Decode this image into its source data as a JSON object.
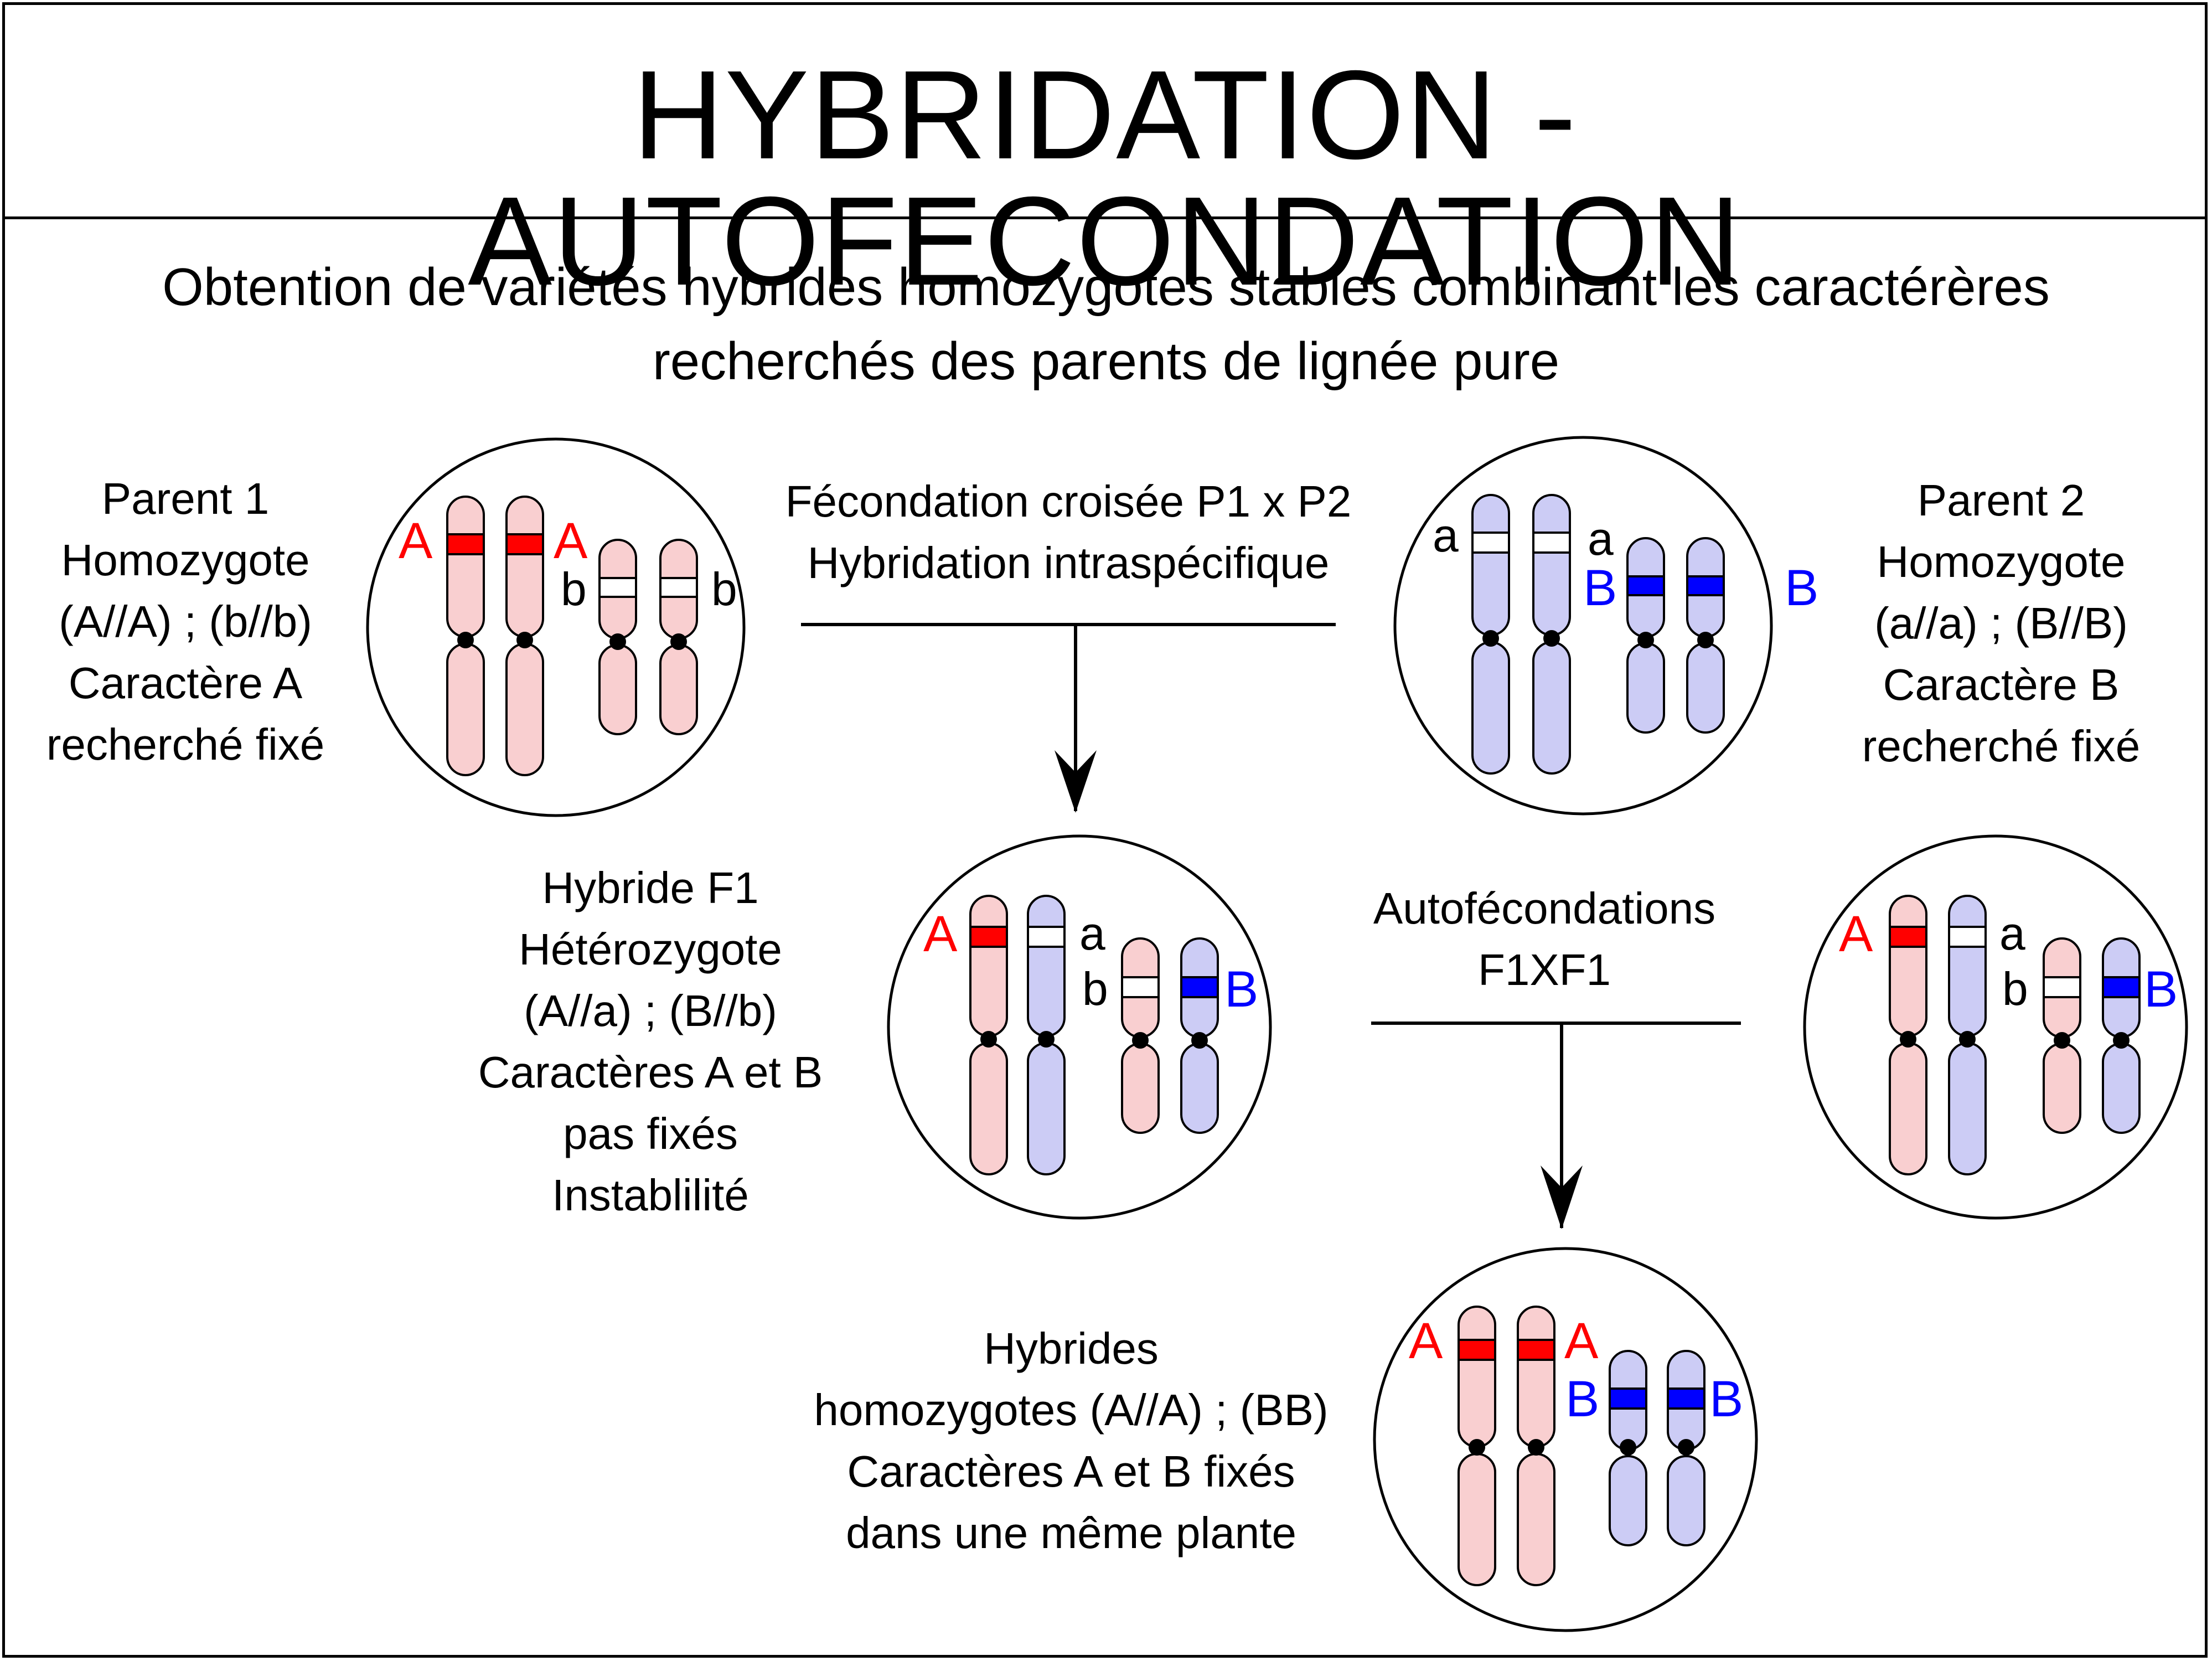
{
  "title": "HYBRIDATION - AUTOFECONDATION",
  "subtitle": [
    "Obtention de variétés hybrides homozygotes stables combinant les caractérères",
    "recherchés des parents de lignée pure"
  ],
  "parent1": {
    "lines": [
      "Parent 1",
      "Homozygote",
      "(A//A) ; (b//b)",
      "Caractère A",
      "recherché fixé"
    ],
    "alleles": [
      "A",
      "A",
      "b",
      "b"
    ]
  },
  "parent2": {
    "lines": [
      "Parent 2",
      "Homozygote",
      "(a//a) ; (B//B)",
      "Caractère B",
      "recherché fixé"
    ],
    "alleles": [
      "a",
      "a",
      "B",
      "B"
    ]
  },
  "cross": {
    "lines": [
      "Fécondation croisée P1 x P2",
      "Hybridation intraspécifique"
    ]
  },
  "hybrid_f1": {
    "lines": [
      "Hybride F1",
      "Hétérozygote",
      "(A//a) ; (B//b)",
      "Caractères A et B",
      "pas fixés",
      "Instablilité"
    ],
    "alleles": [
      "A",
      "a",
      "b",
      "B"
    ]
  },
  "f1_copy": {
    "alleles": [
      "A",
      "a",
      "b",
      "B"
    ]
  },
  "self_cross": {
    "lines": [
      "Autofécondations",
      "F1XF1"
    ]
  },
  "hybrid_homozygous": {
    "lines": [
      "Hybrides",
      "homozygotes (A//A) ; (BB)",
      "Caractères A et B fixés",
      "dans une même plante"
    ],
    "alleles": [
      "A",
      "A",
      "B",
      "B"
    ]
  },
  "colors": {
    "chrom_pink": "#f9cfd0",
    "chrom_blue": "#ccccf5",
    "band_red": "#ff0000",
    "band_blue": "#0000ff",
    "band_white": "#ffffff",
    "text_red": "#ff0000",
    "text_blue": "#0000ff",
    "outline": "#000000"
  }
}
